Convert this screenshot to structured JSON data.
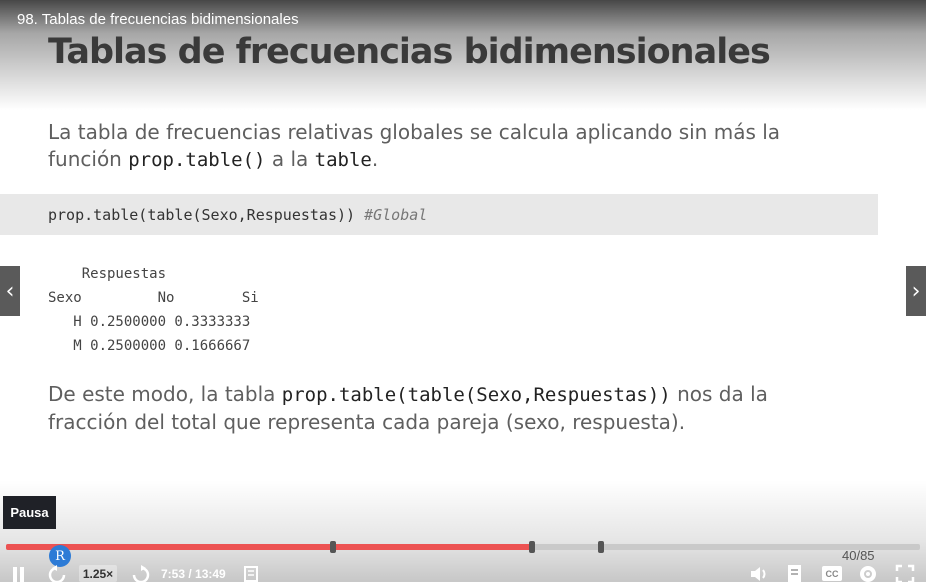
{
  "header": {
    "lecture_title": "98. Tablas de frecuencias bidimensionales"
  },
  "slide": {
    "title": "Tablas de frecuencias bidimensionales",
    "intro": {
      "t1": "La tabla de frecuencias relativas globales se calcula aplicando sin más la función ",
      "code1": "prop.table()",
      "t2": " a la ",
      "code2": "table",
      "t3": "."
    },
    "code": {
      "command": "prop.table(table(Sexo,Respuestas)) ",
      "comment": "#Global"
    },
    "output": [
      "    Respuestas",
      "Sexo         No        Si",
      "   H 0.2500000 0.3333333",
      "   M 0.2500000 0.1666667"
    ],
    "outro": {
      "t1": "De este modo, la tabla ",
      "code1": "prop.table(table(Sexo,Respuestas))",
      "t2": " nos da la fracción del total que representa cada pareja (sexo, respuesta)."
    }
  },
  "navigation": {
    "prev_icon": "chevron-left-icon",
    "prev_glyph": "‹",
    "next_icon": "chevron-right-icon",
    "next_glyph": "›"
  },
  "player": {
    "tooltip": "Pausa",
    "progress_fraction": 0.575,
    "progress_color": "#ec5252",
    "avatar_letter": "R",
    "slide_counter": "40/85",
    "speed": "1.25×",
    "time": "7:53 / 13:49",
    "icons": [
      "pause-icon",
      "rewind-icon",
      "forward-icon",
      "notes-icon",
      "volume-icon",
      "transcript-icon",
      "captions-icon",
      "settings-icon",
      "fullscreen-icon"
    ]
  }
}
